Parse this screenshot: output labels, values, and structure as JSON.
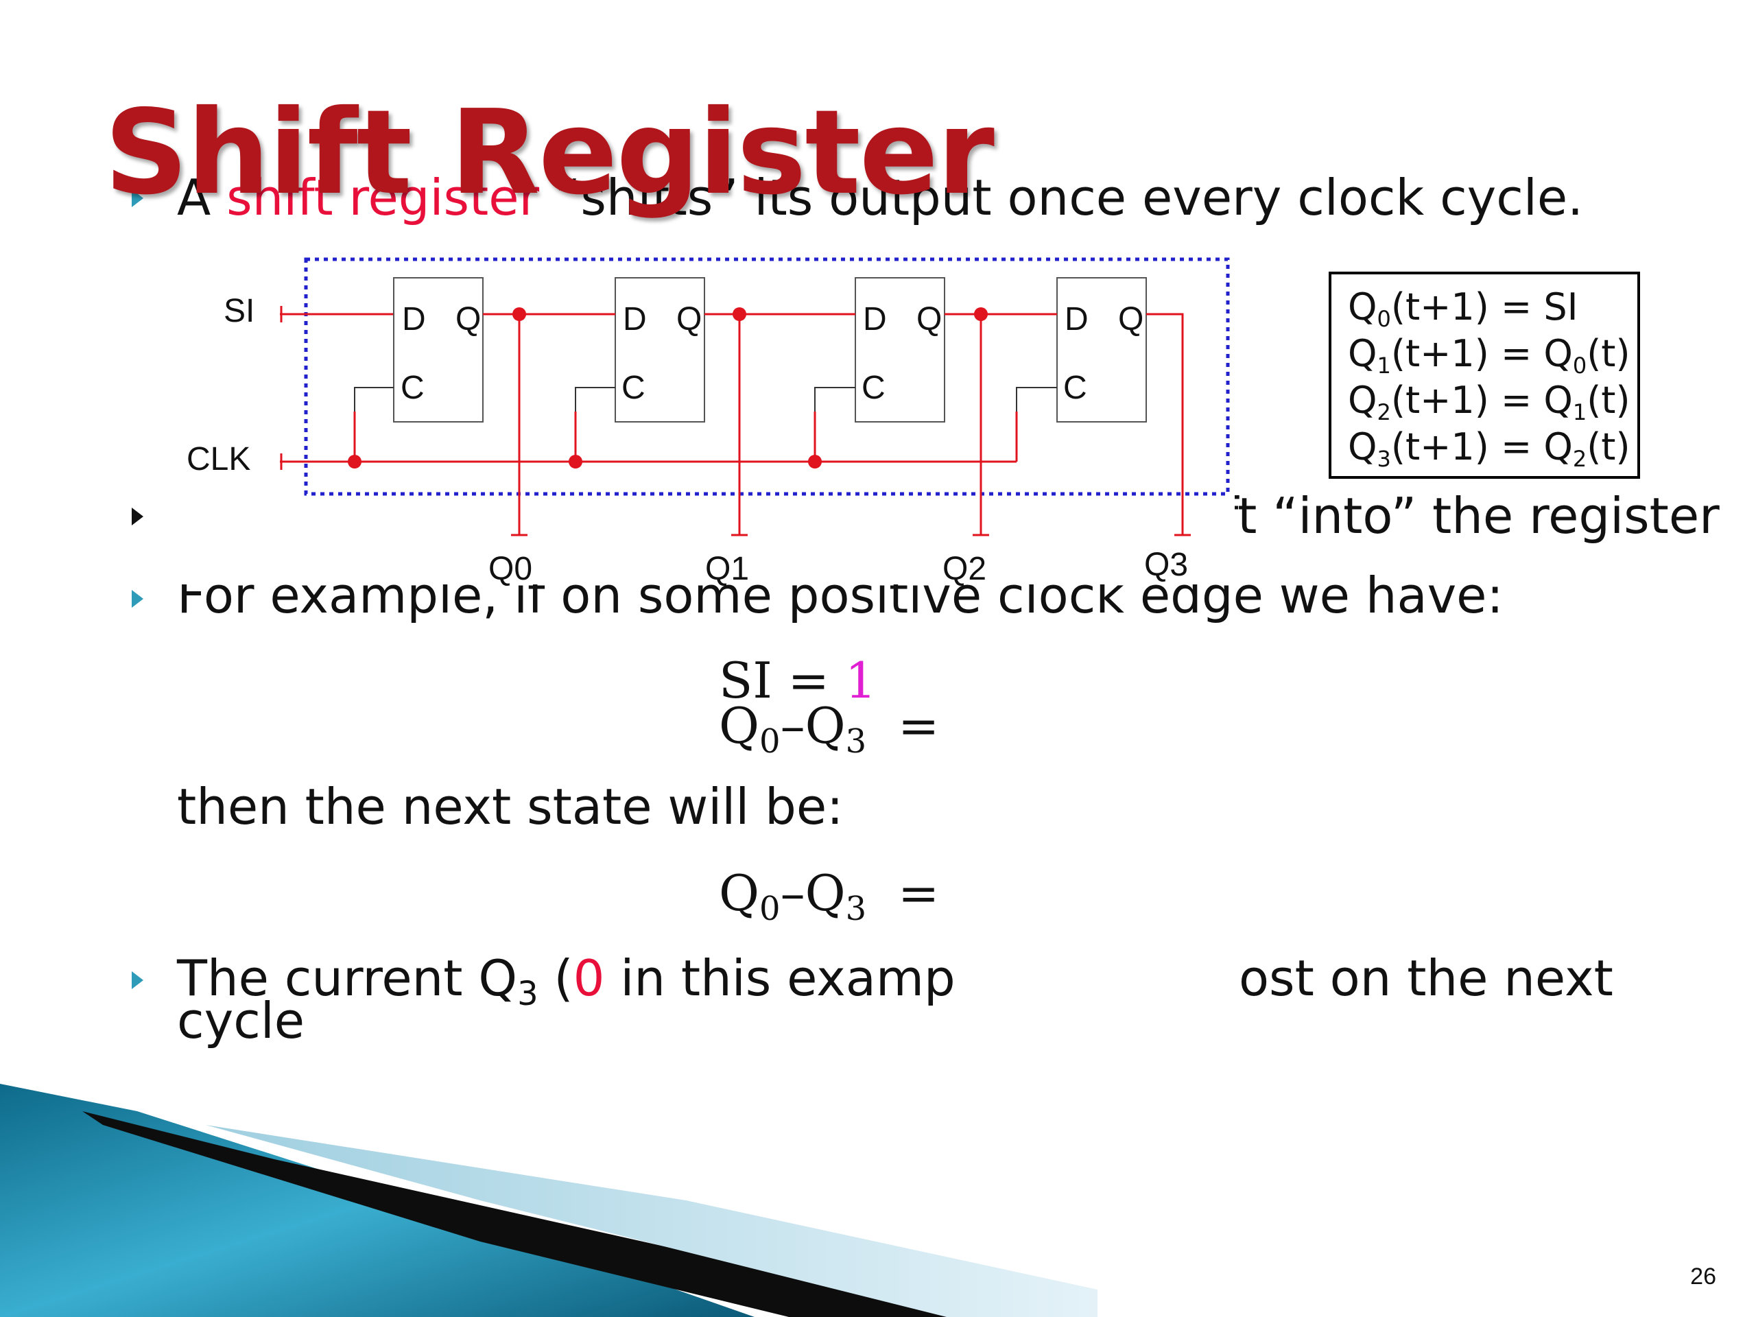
{
  "slide": {
    "title": "Shift Register",
    "page_number": "26"
  },
  "bullets": {
    "b1": {
      "a": "A ",
      "hl": "shift register",
      "b": " “shifts” its output once every clock cycle."
    },
    "b2": {
      "visible": "ift “into” the register"
    },
    "b3": {
      "visible": "ge we have:",
      "partial": "For example, if on some positive clock edge we have:"
    },
    "b4": {
      "a": "The current Q",
      "sub": "3",
      "b": " (",
      "zero": "0",
      "c": " in this examp",
      "d": "ost on the next",
      "e": "cycle"
    }
  },
  "example": {
    "si_label": "SI =",
    "si_value": "1",
    "q_label_1": "Q",
    "q_sub_0": "0",
    "q_dash": "–Q",
    "q_sub_3": "3",
    "eq": "=",
    "then_text": "then the next state will be:"
  },
  "circuit": {
    "input_si": "SI",
    "input_clk": "CLK",
    "ff_d": "D",
    "ff_q": "Q",
    "ff_c": "C",
    "outputs": [
      "Q0",
      "Q1",
      "Q2",
      "Q3"
    ],
    "wire_color": "#e0141e",
    "border_color": "#2222cc"
  },
  "equations": {
    "lines": [
      {
        "q": "Q",
        "sub": "0",
        "rhs": "(t+1) = SI"
      },
      {
        "q": "Q",
        "sub": "1",
        "rhs": "(t+1) = Q",
        "sub2": "0",
        "tail": "(t)"
      },
      {
        "q": "Q",
        "sub": "2",
        "rhs": "(t+1) = Q",
        "sub2": "1",
        "tail": "(t)"
      },
      {
        "q": "Q",
        "sub": "3",
        "rhs": "(t+1) = Q",
        "sub2": "2",
        "tail": "(t)"
      }
    ]
  }
}
